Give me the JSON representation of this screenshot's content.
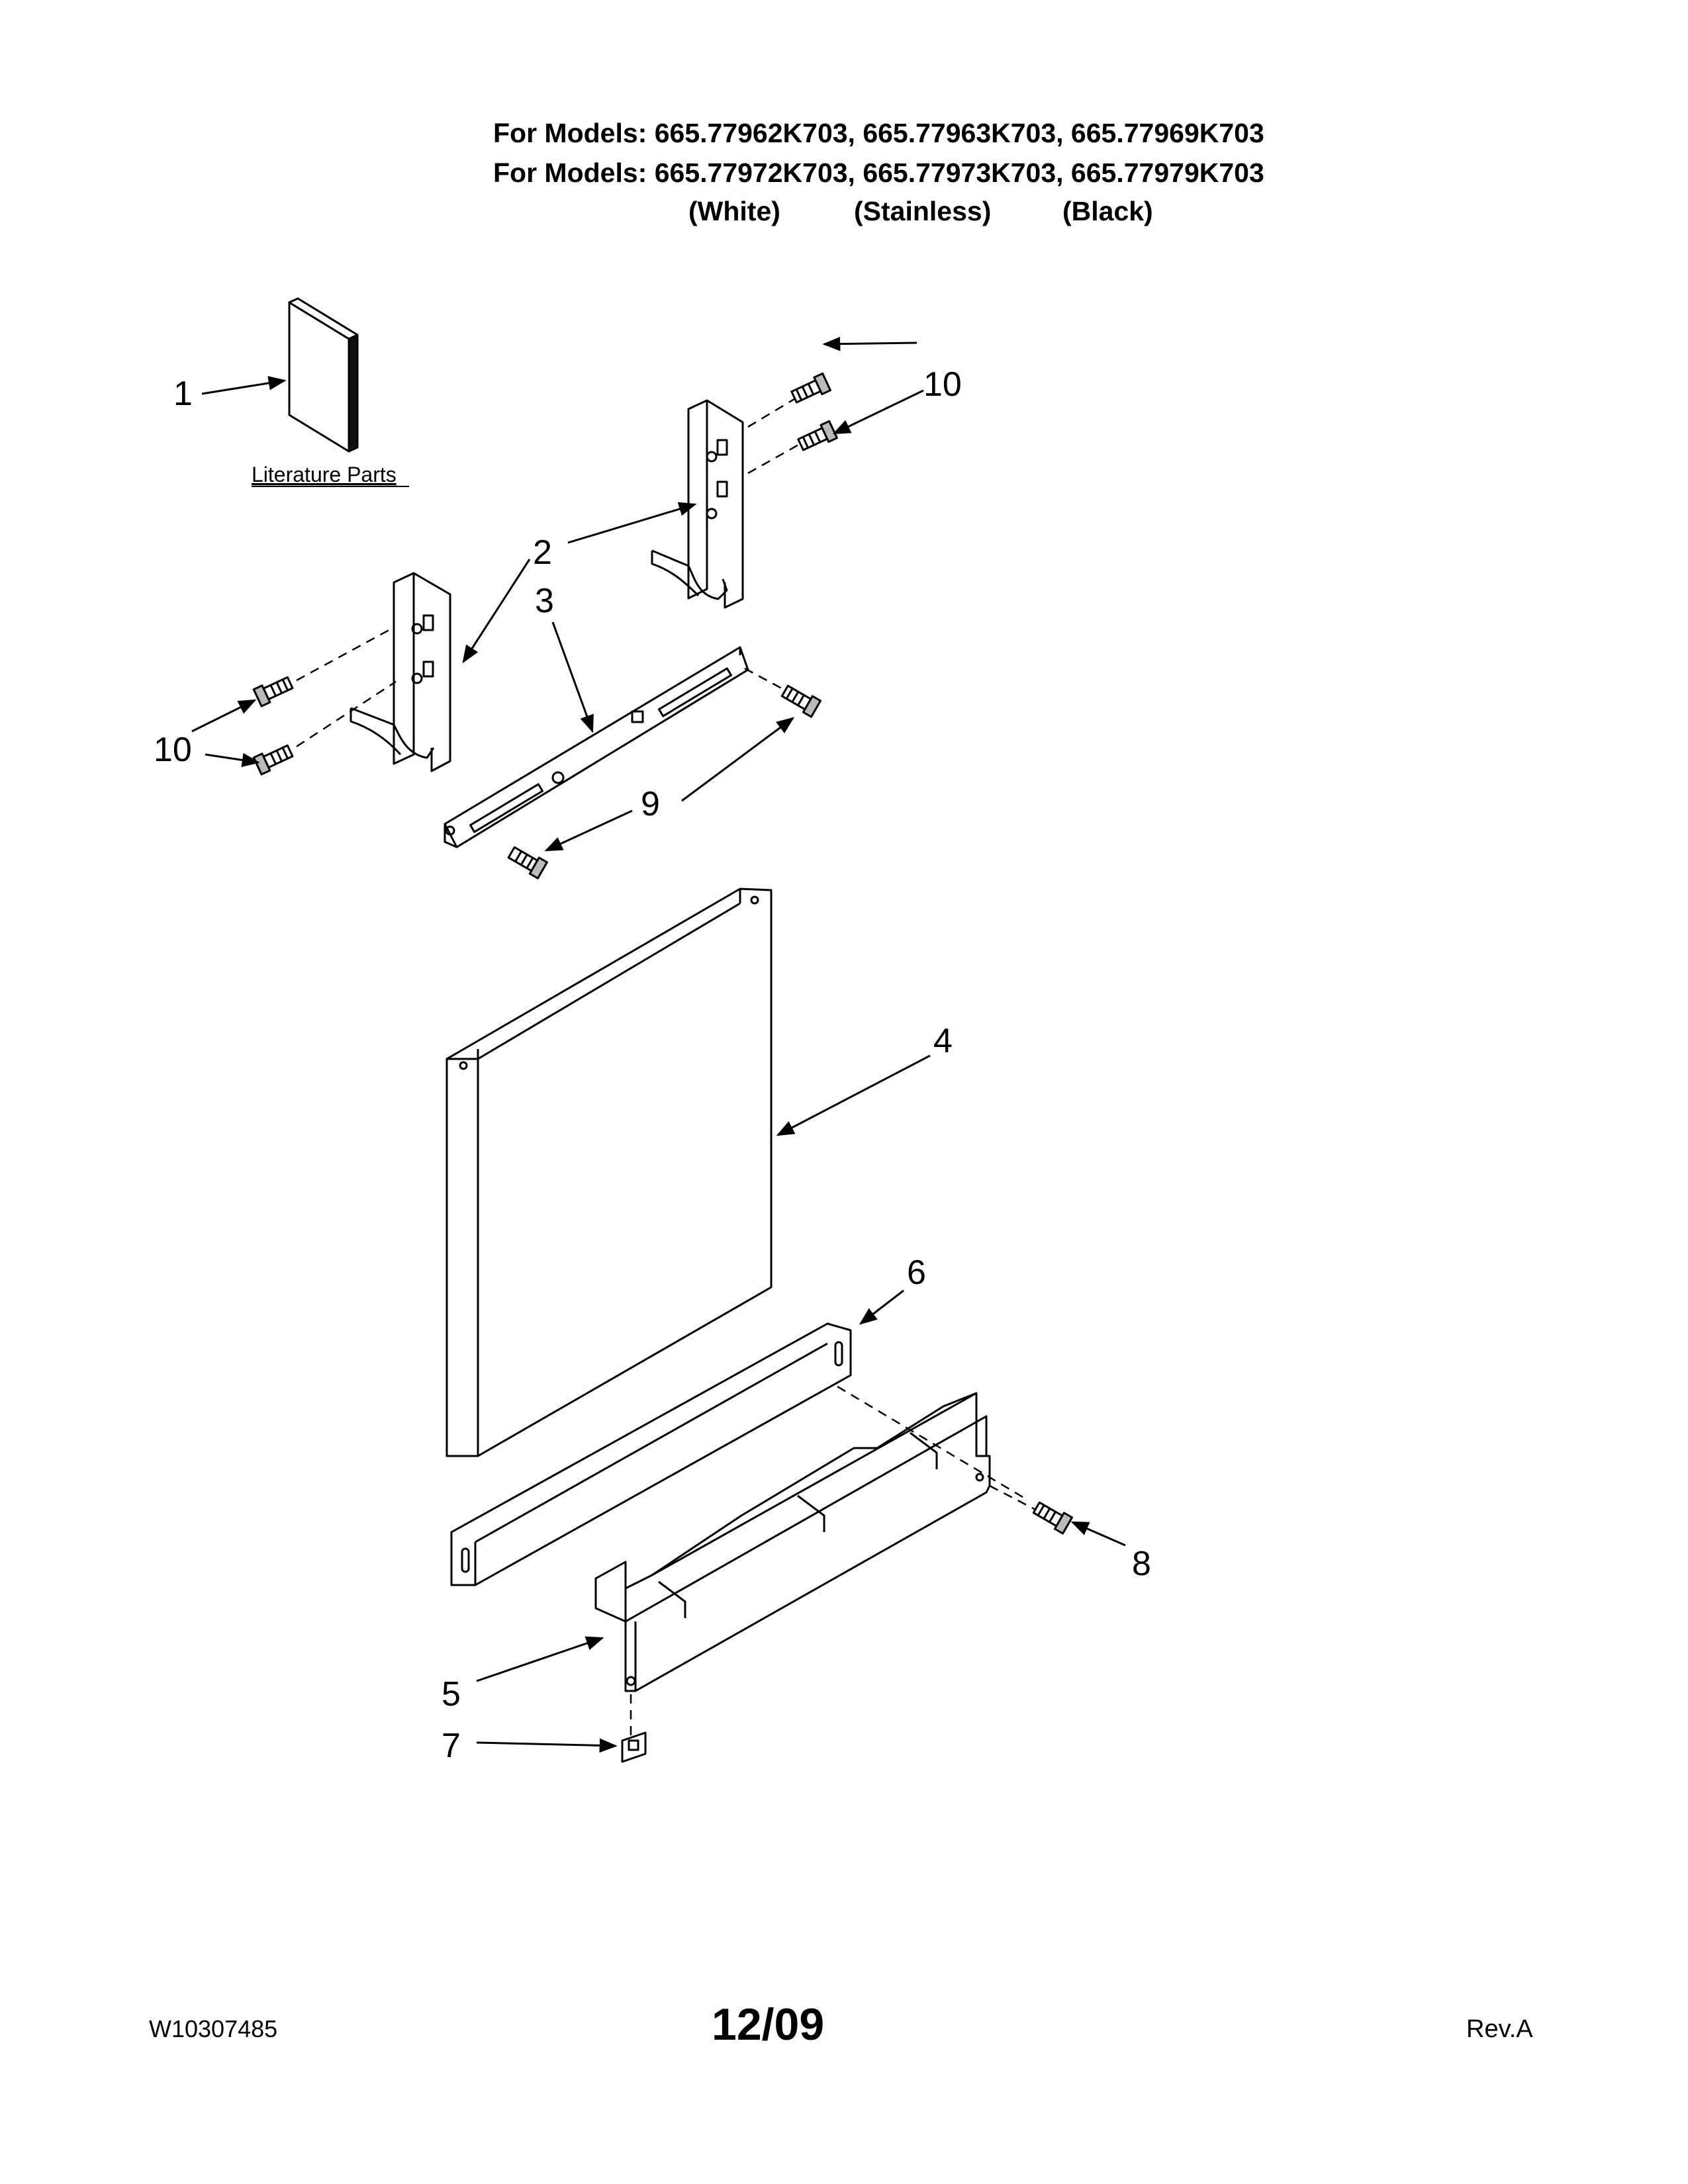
{
  "header": {
    "line1": "For Models: 665.77962K703, 665.77963K703, 665.77969K703",
    "line2": "For Models: 665.77972K703, 665.77973K703, 665.77979K703",
    "colors": [
      "(White)",
      "(Stainless)",
      "(Black)"
    ]
  },
  "diagram": {
    "literature_label": "Literature Parts",
    "callouts": [
      "1",
      "10",
      "2",
      "3",
      "10",
      "9",
      "4",
      "6",
      "8",
      "5",
      "7"
    ]
  },
  "footer": {
    "doc_number": "W10307485",
    "date": "12/09",
    "revision": "Rev.A"
  }
}
